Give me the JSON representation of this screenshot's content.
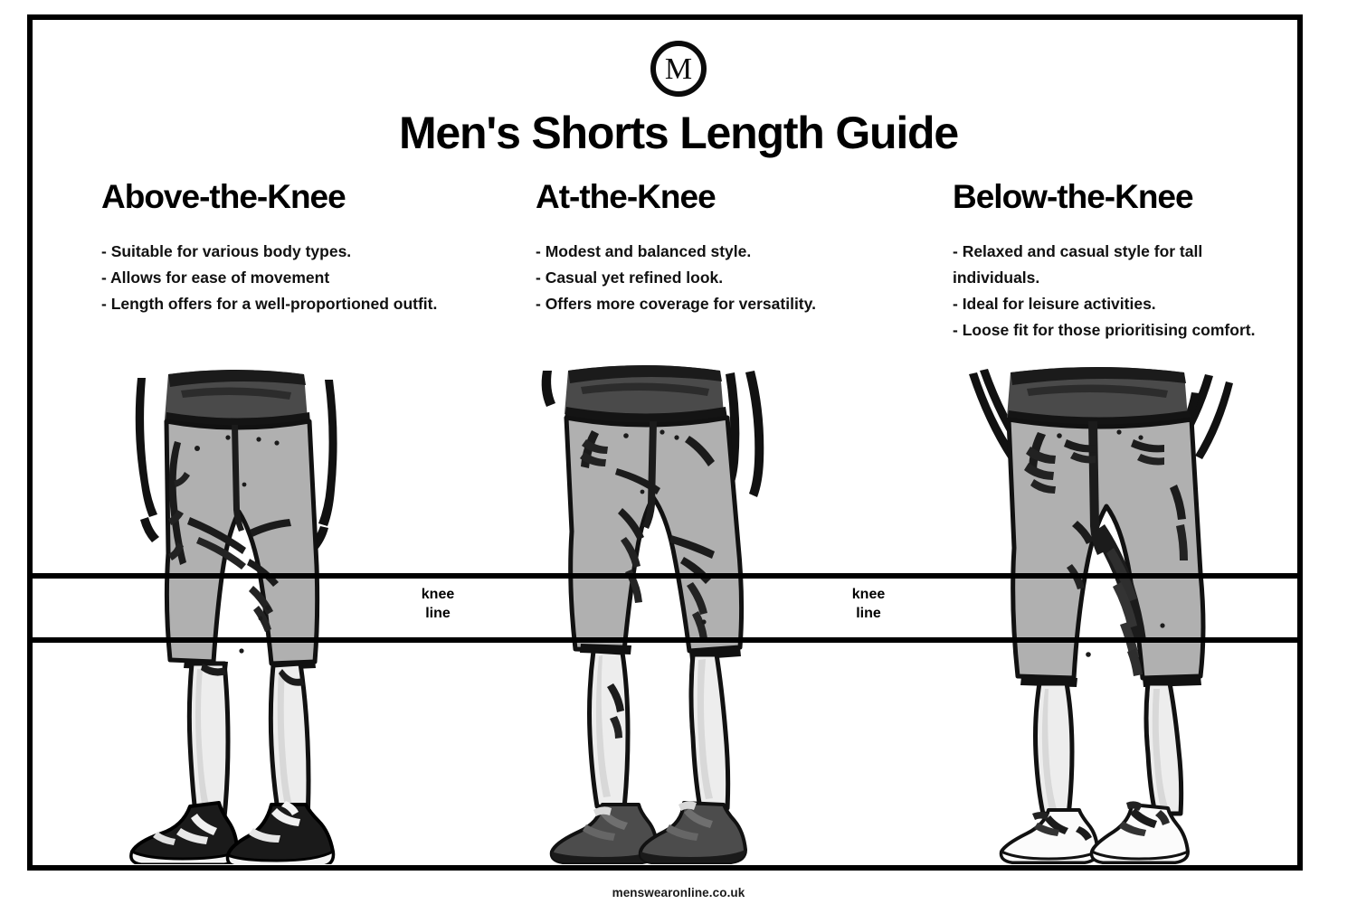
{
  "brand": {
    "logo_icon": "circled-m-monogram-icon",
    "logo_letter": "M"
  },
  "header": {
    "title": "Men's Shorts Length Guide"
  },
  "columns": [
    {
      "id": "above-the-knee",
      "heading": "Above-the-Knee",
      "bullets": [
        "- Suitable for various body types.",
        "- Allows for ease of movement",
        "- Length offers for a well-proportioned outfit."
      ],
      "figure": {
        "name": "figure-above-the-knee",
        "shorts_hem": "above-knee",
        "shoe_style": "dark-sneakers"
      }
    },
    {
      "id": "at-the-knee",
      "heading": "At-the-Knee",
      "bullets": [
        "- Modest and balanced style.",
        "- Casual yet refined look.",
        "- Offers more coverage for versatility."
      ],
      "figure": {
        "name": "figure-at-the-knee",
        "shorts_hem": "at-knee",
        "shoe_style": "dark-loafers"
      }
    },
    {
      "id": "below-the-knee",
      "heading": "Below-the-Knee",
      "bullets": [
        "- Relaxed and casual style for tall individuals.",
        "- Ideal for leisure activities.",
        "- Loose fit for those prioritising comfort."
      ],
      "figure": {
        "name": "figure-below-the-knee",
        "shorts_hem": "below-knee",
        "shoe_style": "white-shoes"
      }
    }
  ],
  "knee_markers": [
    {
      "line1": "knee",
      "line2": "line"
    },
    {
      "line1": "knee",
      "line2": "line"
    }
  ],
  "footer": {
    "website": "menswearonline.co.uk"
  },
  "palette": {
    "ink": "#000000",
    "page": "#ffffff",
    "waistband": "#4a4a4a",
    "shorts": "#b0b0b0",
    "shorts_shadow": "#9a9a9a",
    "skin": "#ededed",
    "skin_shadow": "#d8d8d8",
    "shoe_dark": "#1a1a1a",
    "shoe_gray": "#5a5a5a",
    "shoe_light": "#fbfbfb"
  }
}
